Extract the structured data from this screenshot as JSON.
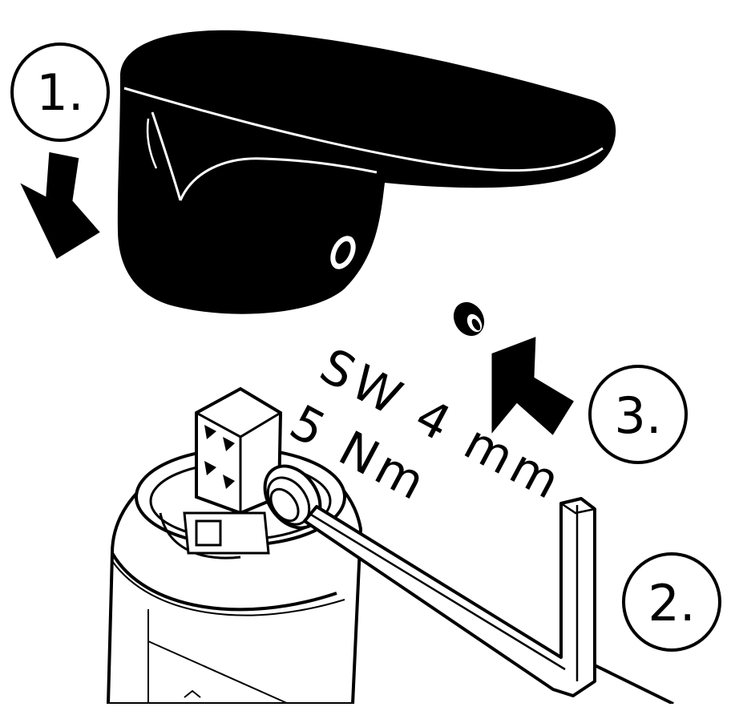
{
  "steps": [
    {
      "label": "1."
    },
    {
      "label": "2."
    },
    {
      "label": "3."
    }
  ],
  "spec": {
    "wrench_size": "SW 4 mm",
    "torque": "5 Nm"
  },
  "colors": {
    "ink": "#000000",
    "paper": "#ffffff"
  }
}
